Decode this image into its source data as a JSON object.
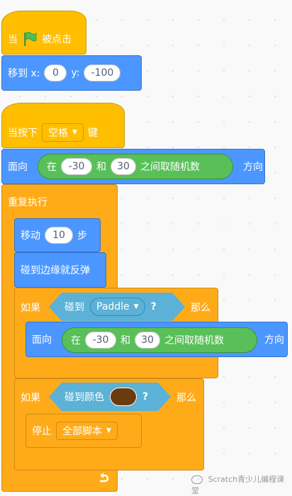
{
  "script1": {
    "when_label": "当",
    "clicked_label": "被点击",
    "goto_label": "移到 x:",
    "goto_x": "0",
    "goto_y_label": "y:",
    "goto_y": "-100"
  },
  "script2": {
    "when_key_label": "当按下",
    "key_value": "空格",
    "key_suffix": "键",
    "point_dir": {
      "prefix": "面向",
      "in_label": "在",
      "from": "-30",
      "and_label": "和",
      "to": "30",
      "between_label": "之间取随机数",
      "suffix": "方向"
    },
    "forever_label": "重复执行",
    "move_label": "移动",
    "move_steps": "10",
    "steps_label": "步",
    "bounce_label": "碰到边缘就反弹",
    "if1": {
      "if_label": "如果",
      "touching_label": "碰到",
      "sprite": "Paddle",
      "q": "?",
      "then_label": "那么",
      "point_dir": {
        "prefix": "面向",
        "in_label": "在",
        "from": "-30",
        "and_label": "和",
        "to": "30",
        "between_label": "之间取随机数",
        "suffix": "方向"
      }
    },
    "if2": {
      "if_label": "如果",
      "touching_color_label": "碰到颜色",
      "color": "#6b3a0e",
      "q": "?",
      "then_label": "那么",
      "stop_label": "停止",
      "stop_option": "全部脚本"
    }
  },
  "watermark": "Scratch青少儿编程课堂",
  "icons": [
    "green-flag-icon",
    "dropdown-arrow-icon",
    "loop-arrow-icon"
  ]
}
